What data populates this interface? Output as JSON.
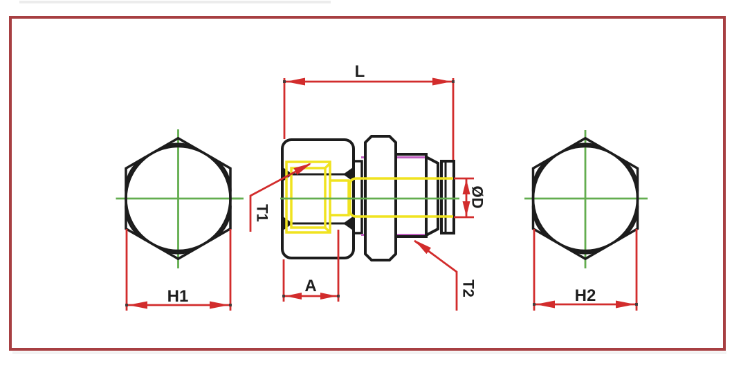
{
  "colors": {
    "frame_border": "#a73f42",
    "dimension_red": "#d22c2c",
    "centerline_green": "#63ad4f",
    "thread1_yellow": "#f0e320",
    "thread2_magenta": "#c25fc2",
    "outline_black": "#1c1c1c",
    "label_text": "#1e1e1e",
    "background": "#ffffff"
  },
  "dimensions": {
    "overall_length": {
      "label": "L"
    },
    "thread_depth": {
      "label": "A"
    },
    "hex_front": {
      "label": "H1"
    },
    "hex_rear": {
      "label": "H2"
    },
    "port_thread": {
      "label": "T1"
    },
    "mount_thread": {
      "label": "T2"
    },
    "tube_bore": {
      "label": "ØD"
    }
  }
}
